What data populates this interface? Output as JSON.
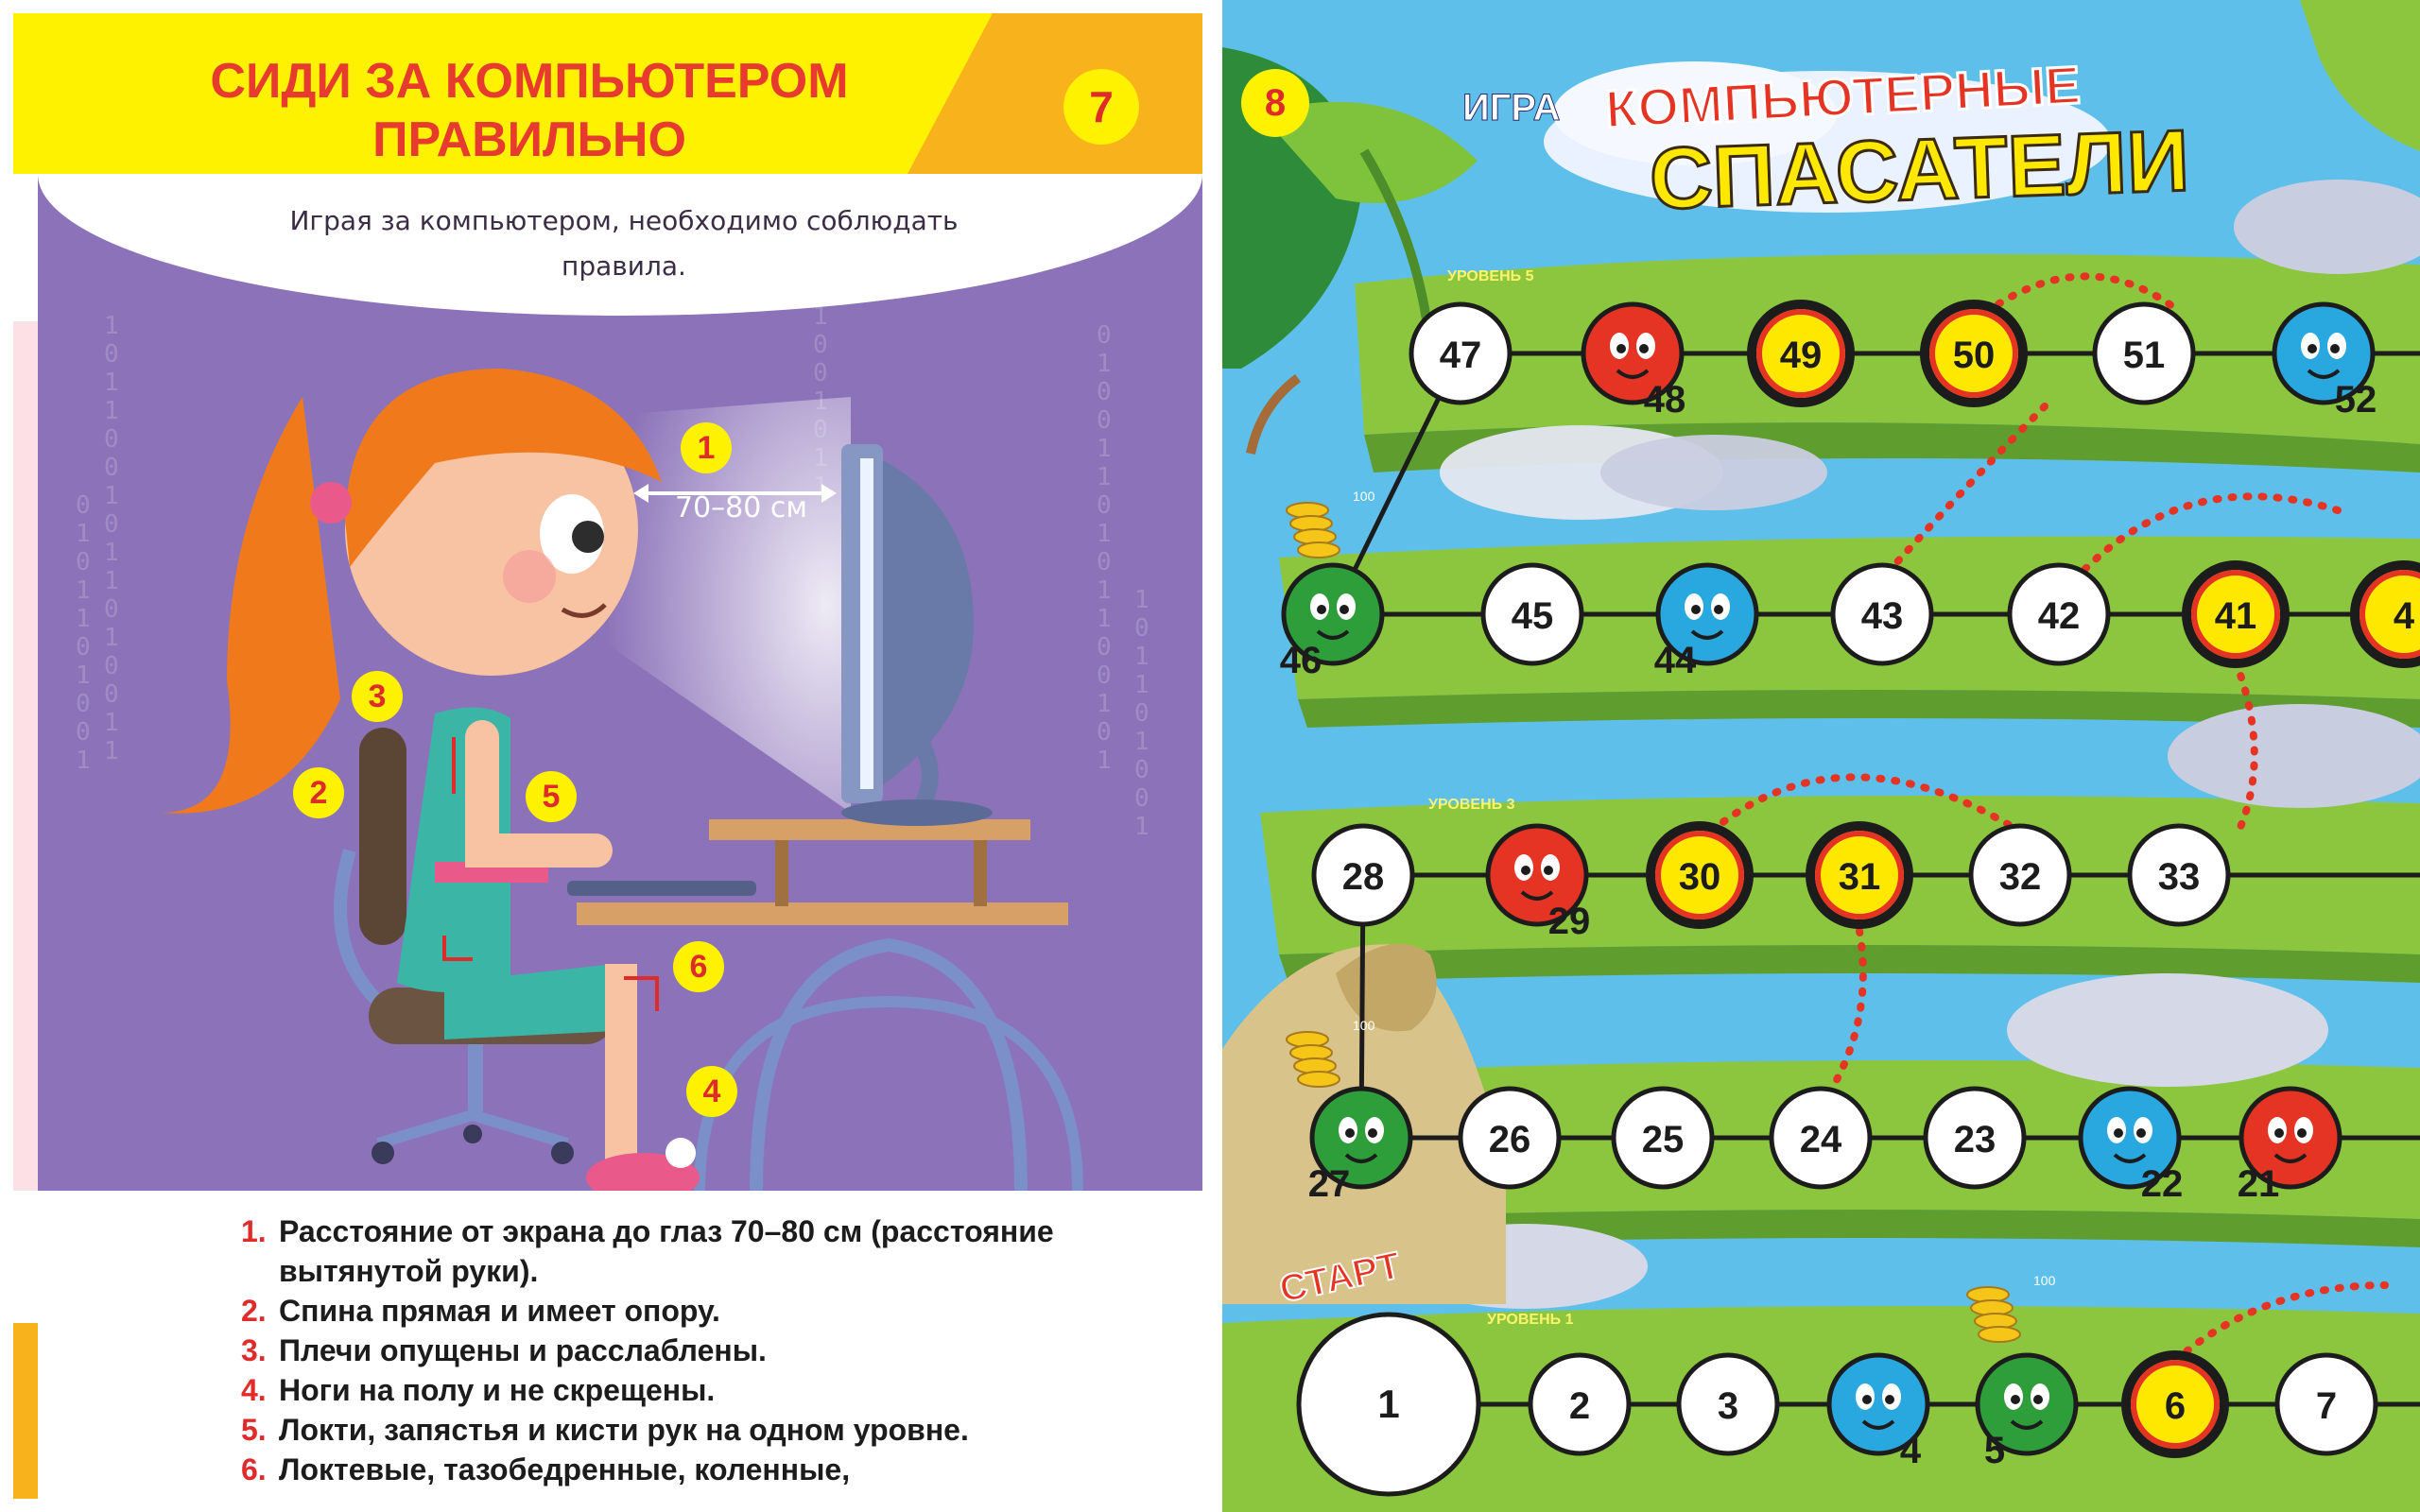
{
  "left_page": {
    "title": "СИДИ ЗА КОМПЬЮТЕРОМ ПРАВИЛЬНО",
    "page_number": "7",
    "intro": "Играя за компьютером, необходимо соблюдать правила.",
    "distance_label": "70–80 см",
    "markers": [
      "1",
      "2",
      "3",
      "4",
      "5",
      "6"
    ],
    "rules": [
      {
        "num": "1.",
        "text": "Расстояние от экрана до глаз 70–80 см (расстояние вытянутой руки)."
      },
      {
        "num": "2.",
        "text": "Спина прямая и имеет опору."
      },
      {
        "num": "3.",
        "text": "Плечи опущены и расслаблены."
      },
      {
        "num": "4.",
        "text": "Ноги на полу и не скрещены."
      },
      {
        "num": "5.",
        "text": "Локти, запястья и кисти рук на одном уровне."
      },
      {
        "num": "6.",
        "text": "Локтевые, тазобедренные, коленные,"
      }
    ]
  },
  "right_page": {
    "page_number": "8",
    "game_label": "ИГРА",
    "title_line1": "КОМПЬЮТЕРНЫЕ",
    "title_line2": "СПАСАТЕЛИ",
    "start_label": "СТАРТ",
    "levels": [
      "УРОВЕНЬ 1",
      "УРОВЕНЬ 3",
      "УРОВЕНЬ 5"
    ],
    "coin_value": "100",
    "rows": [
      {
        "cells": [
          {
            "n": "1",
            "type": "start"
          },
          {
            "n": "2",
            "type": "white"
          },
          {
            "n": "3",
            "type": "white"
          },
          {
            "n": "4",
            "type": "blue"
          },
          {
            "n": "5",
            "type": "green"
          },
          {
            "n": "6",
            "type": "yellow"
          },
          {
            "n": "7",
            "type": "white"
          }
        ]
      },
      {
        "cells": [
          {
            "n": "27",
            "type": "green"
          },
          {
            "n": "26",
            "type": "white"
          },
          {
            "n": "25",
            "type": "white"
          },
          {
            "n": "24",
            "type": "white"
          },
          {
            "n": "23",
            "type": "white"
          },
          {
            "n": "22",
            "type": "blue"
          },
          {
            "n": "21",
            "type": "red"
          }
        ]
      },
      {
        "cells": [
          {
            "n": "28",
            "type": "white"
          },
          {
            "n": "29",
            "type": "red"
          },
          {
            "n": "30",
            "type": "yellow"
          },
          {
            "n": "31",
            "type": "yellow"
          },
          {
            "n": "32",
            "type": "white"
          },
          {
            "n": "33",
            "type": "white"
          }
        ]
      },
      {
        "cells": [
          {
            "n": "46",
            "type": "green"
          },
          {
            "n": "45",
            "type": "white"
          },
          {
            "n": "44",
            "type": "blue"
          },
          {
            "n": "43",
            "type": "white"
          },
          {
            "n": "42",
            "type": "white"
          },
          {
            "n": "41",
            "type": "yellow"
          },
          {
            "n": "4",
            "type": "yellow"
          }
        ]
      },
      {
        "cells": [
          {
            "n": "47",
            "type": "white"
          },
          {
            "n": "48",
            "type": "red"
          },
          {
            "n": "49",
            "type": "yellow"
          },
          {
            "n": "50",
            "type": "yellow"
          },
          {
            "n": "51",
            "type": "white"
          },
          {
            "n": "52",
            "type": "blue"
          }
        ]
      }
    ]
  },
  "colors": {
    "title_red": "#e63b2e",
    "header_yellow": "#fff200",
    "header_orange": "#f8b21c",
    "purple_bg": "#8c73b9",
    "grass": "#8cc63e",
    "water": "#5ec0ea",
    "token_red": "#e53324",
    "token_blue": "#29a8e0",
    "token_green": "#2e9e3a",
    "token_yellow": "#ffe800"
  }
}
